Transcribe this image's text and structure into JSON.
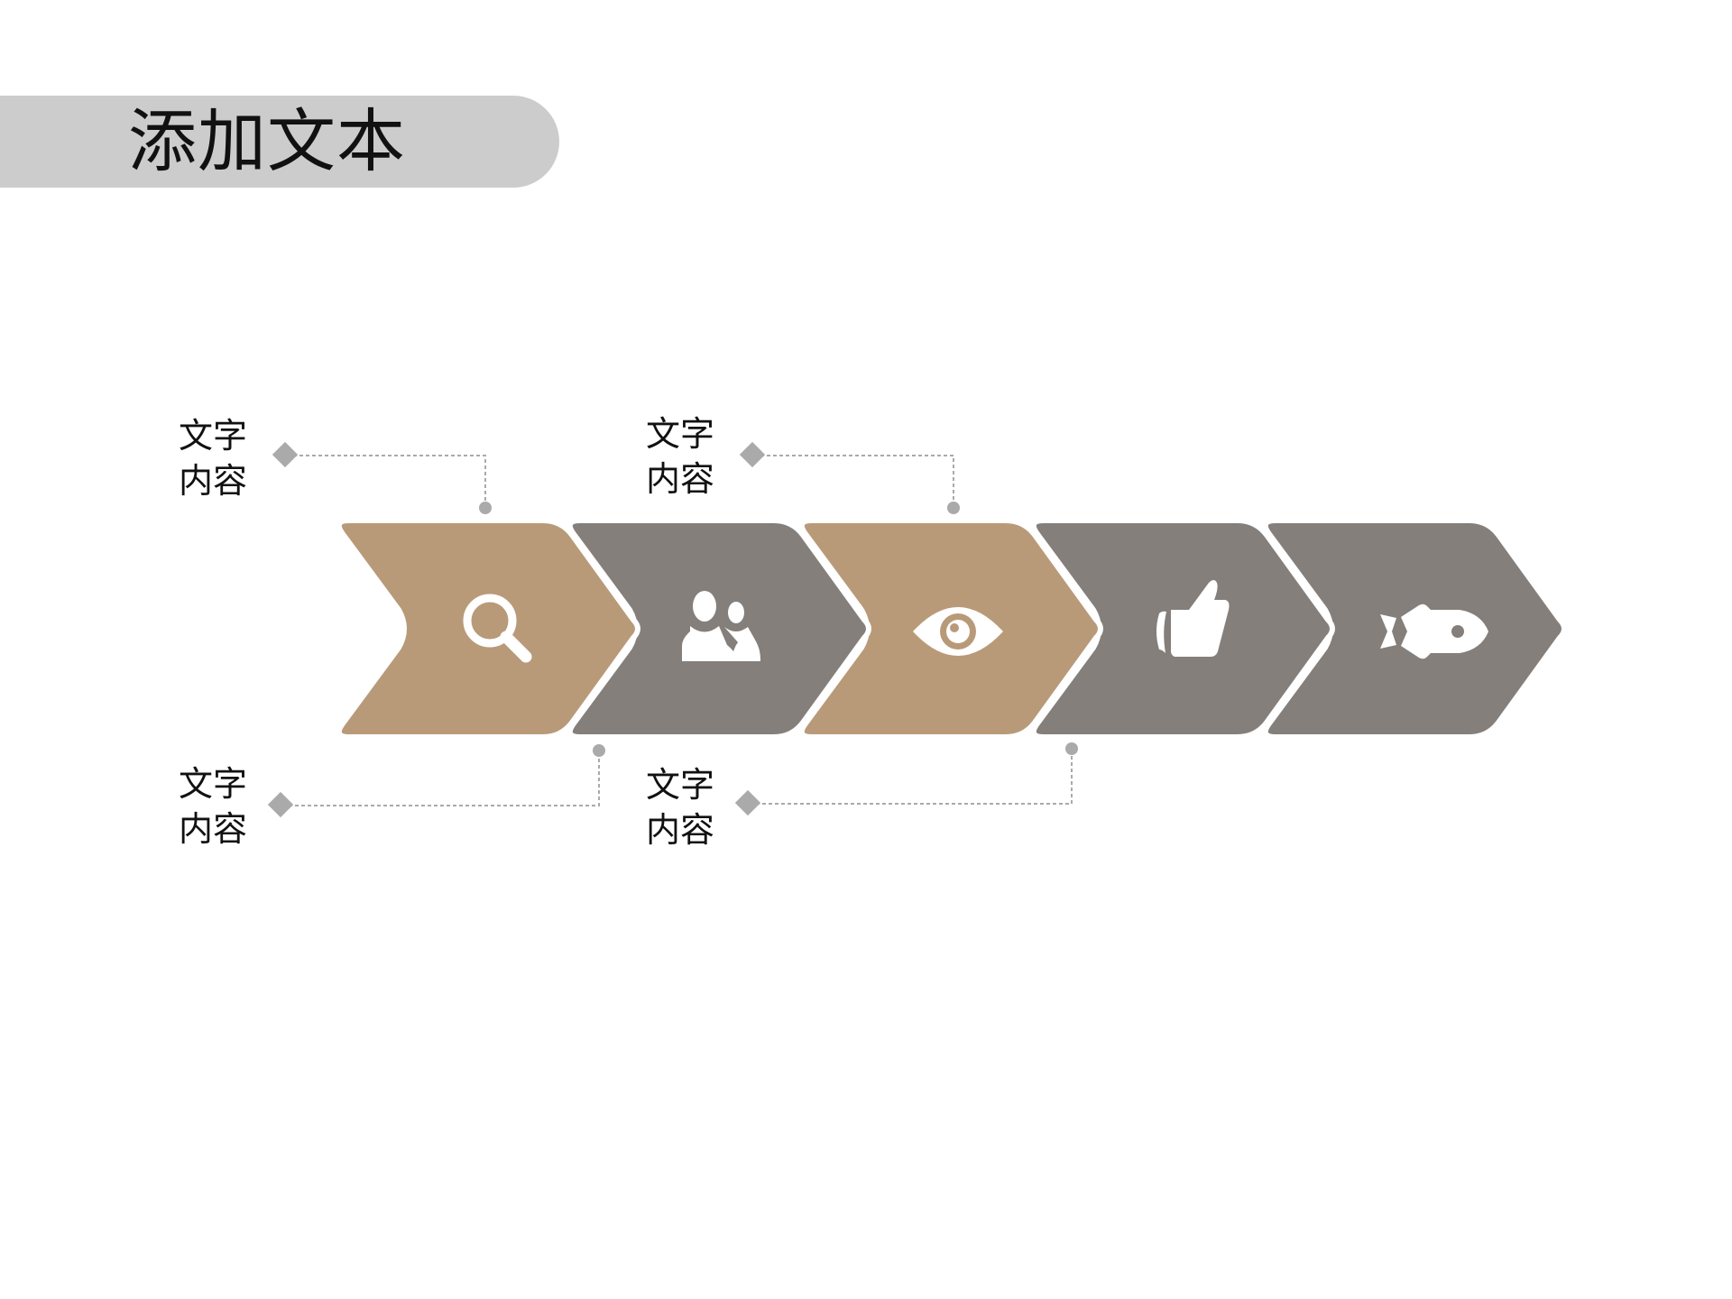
{
  "title": "添加文本",
  "colors": {
    "tan": "#b89a79",
    "gray": "#847f7a",
    "title_bar": "#cccccc",
    "connector": "#aaaaaa"
  },
  "steps": [
    {
      "color": "tan",
      "icon": "magnifier-icon"
    },
    {
      "color": "gray",
      "icon": "users-icon"
    },
    {
      "color": "tan",
      "icon": "eye-icon"
    },
    {
      "color": "gray",
      "icon": "thumbs-up-icon"
    },
    {
      "color": "gray",
      "icon": "rocket-icon"
    }
  ],
  "labels": [
    {
      "line1": "文字",
      "line2": "内容"
    },
    {
      "line1": "文字",
      "line2": "内容"
    },
    {
      "line1": "文字",
      "line2": "内容"
    },
    {
      "line1": "文字",
      "line2": "内容"
    }
  ]
}
